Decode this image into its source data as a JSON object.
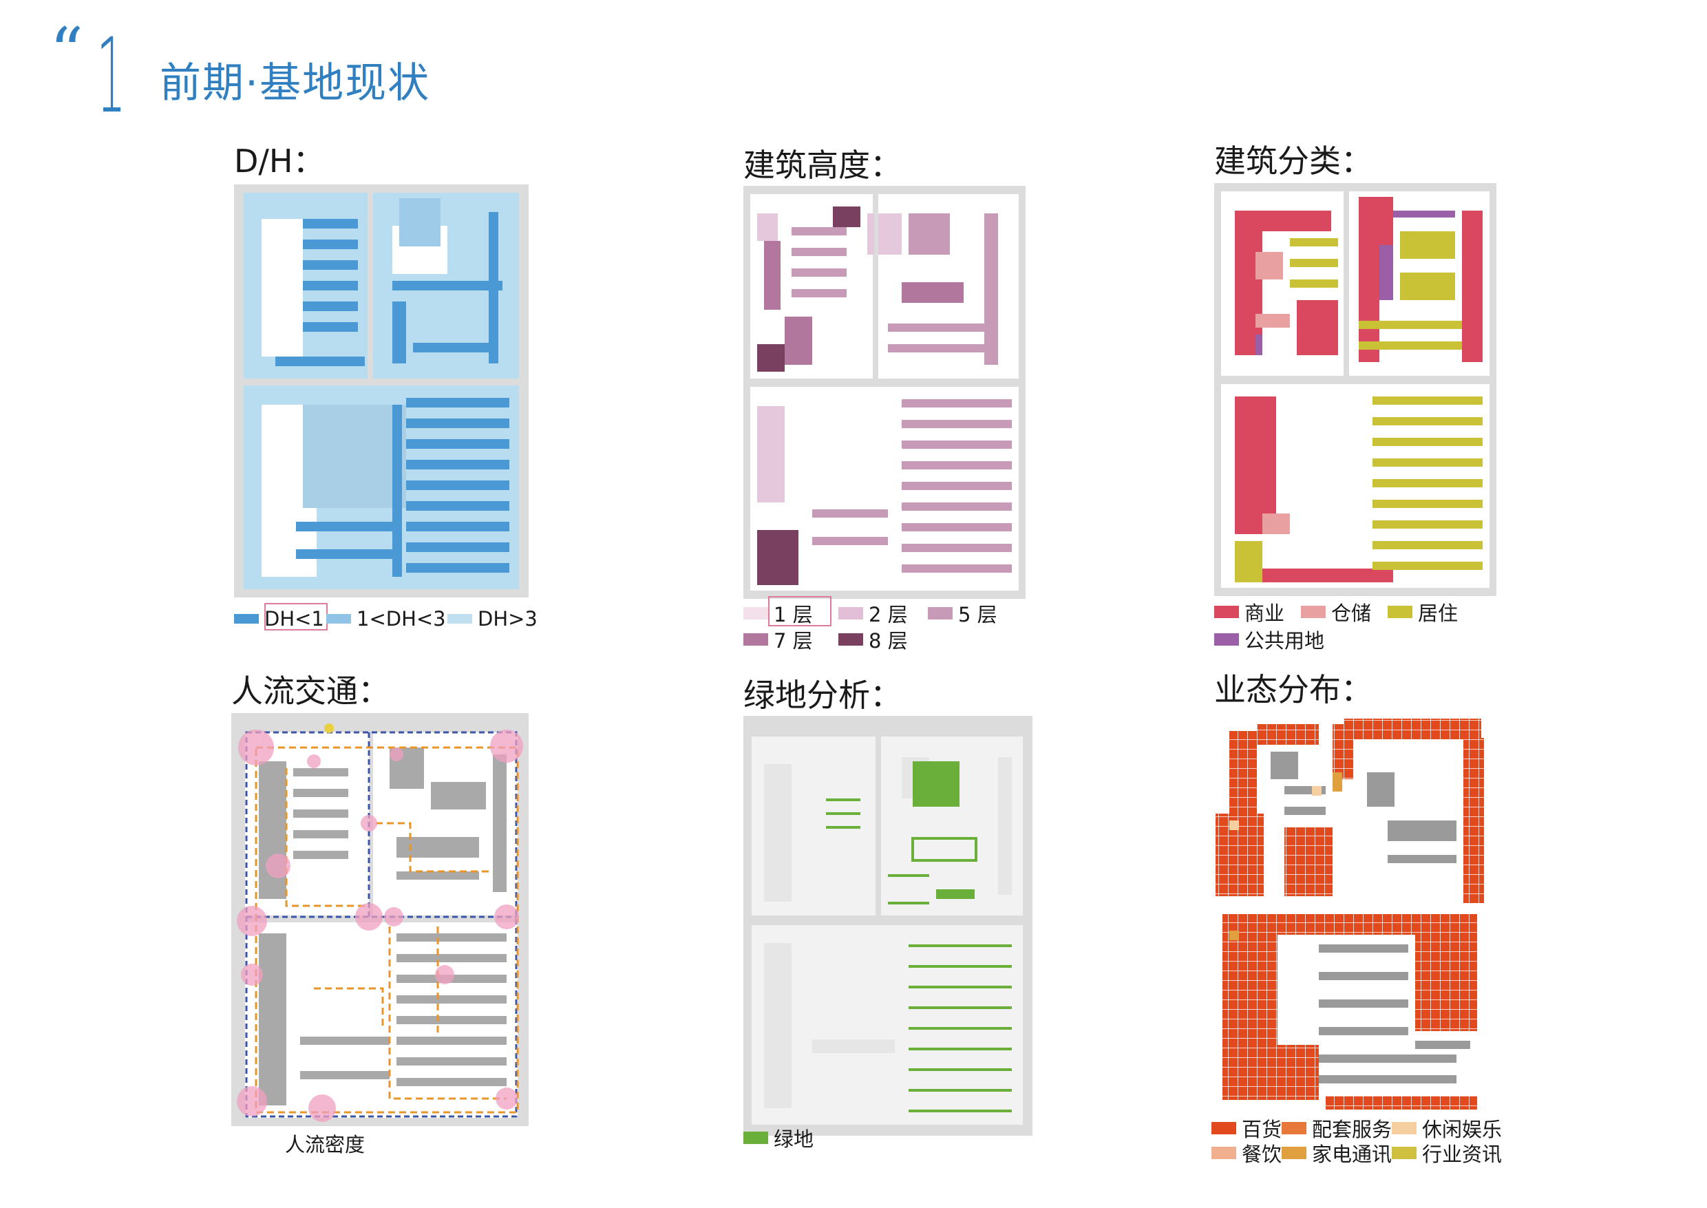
{
  "header": {
    "quote_mark": "“",
    "number": "1",
    "title": "前期·基地现状"
  },
  "colors": {
    "accent": "#2f7fc1",
    "dh_lt1": "#4a98d4",
    "dh_1to3": "#8fc4e6",
    "dh_gt3": "#c0dff0",
    "floor_1": "#f3e0ea",
    "floor_2": "#e2bfd6",
    "floor_5": "#c79bb8",
    "floor_7": "#b2779c",
    "floor_8": "#7a4060",
    "commercial": "#d9485f",
    "warehouse": "#e8a0a0",
    "residential": "#c9c236",
    "public": "#9b5fa8",
    "green": "#6aaf3a",
    "flow_pink": "#f0a0c0",
    "flow_route": "#e8952c",
    "flow_boundary": "#3a55a8",
    "biz_dept": "#e24a1e",
    "biz_service": "#e8783a",
    "biz_leisure": "#f5cfa0",
    "biz_food": "#f0b090",
    "biz_appliance": "#e0a040",
    "biz_info": "#d0c040"
  },
  "panels": {
    "dh": {
      "title": "D/H：",
      "legend": [
        {
          "label": "DH<1",
          "color_key": "dh_lt1"
        },
        {
          "label": "1<DH<3",
          "color_key": "dh_1to3"
        },
        {
          "label": "DH>3",
          "color_key": "dh_gt3"
        }
      ]
    },
    "height": {
      "title": "建筑高度：",
      "legend": [
        {
          "label": "1 层",
          "color_key": "floor_1"
        },
        {
          "label": "2 层",
          "color_key": "floor_2"
        },
        {
          "label": "5 层",
          "color_key": "floor_5"
        },
        {
          "label": "7 层",
          "color_key": "floor_7"
        },
        {
          "label": "8 层",
          "color_key": "floor_8"
        }
      ]
    },
    "category": {
      "title": "建筑分类：",
      "legend": [
        {
          "label": "商业",
          "color_key": "commercial"
        },
        {
          "label": "仓储",
          "color_key": "warehouse"
        },
        {
          "label": "居住",
          "color_key": "residential"
        },
        {
          "label": "公共用地",
          "color_key": "public"
        }
      ]
    },
    "traffic": {
      "title": "人流交通：",
      "caption": "人流密度"
    },
    "green": {
      "title": "绿地分析：",
      "legend": [
        {
          "label": "绿地",
          "color_key": "green"
        }
      ]
    },
    "business": {
      "title": "业态分布：",
      "legend": [
        {
          "label": "百货",
          "color_key": "biz_dept"
        },
        {
          "label": "配套服务",
          "color_key": "biz_service"
        },
        {
          "label": "休闲娱乐",
          "color_key": "biz_leisure"
        },
        {
          "label": "餐饮",
          "color_key": "biz_food"
        },
        {
          "label": "家电通讯",
          "color_key": "biz_appliance"
        },
        {
          "label": "行业资讯",
          "color_key": "biz_info"
        }
      ]
    }
  }
}
